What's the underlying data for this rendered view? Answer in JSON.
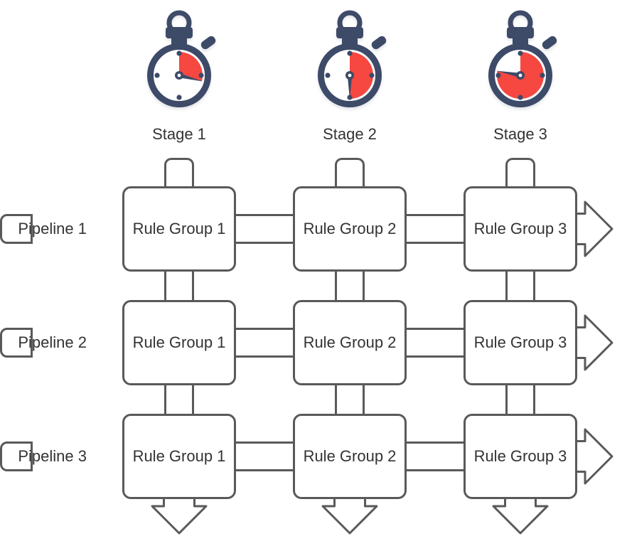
{
  "diagram": {
    "stages": [
      {
        "label": "Stage 1",
        "icon": "stopwatch-quarter-icon",
        "progress": 0.29
      },
      {
        "label": "Stage 2",
        "icon": "stopwatch-half-icon",
        "progress": 0.5
      },
      {
        "label": "Stage 3",
        "icon": "stopwatch-three-quarter-icon",
        "progress": 0.78
      }
    ],
    "pipelines": [
      {
        "label": "Pipeline 1",
        "rule_groups": [
          "Rule Group 1",
          "Rule Group 2",
          "Rule Group 3"
        ]
      },
      {
        "label": "Pipeline 2",
        "rule_groups": [
          "Rule Group 1",
          "Rule Group 2",
          "Rule Group 3"
        ]
      },
      {
        "label": "Pipeline 3",
        "rule_groups": [
          "Rule Group 1",
          "Rule Group 2",
          "Rule Group 3"
        ]
      }
    ]
  },
  "colors": {
    "line": "#595959",
    "text": "#333333",
    "stopwatch_body": "#3d4a68",
    "stopwatch_accent": "#f64740",
    "background": "#ffffff"
  }
}
